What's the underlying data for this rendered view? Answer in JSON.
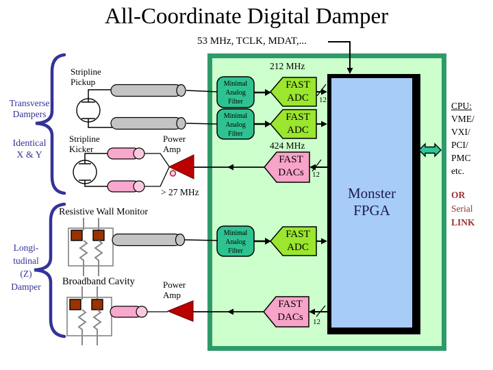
{
  "title": "All-Coordinate Digital Damper",
  "clock_label": "53 MHz, TCLK, MDAT,...",
  "groups": {
    "transverse": {
      "l1": "Transverse",
      "l2": "Dampers"
    },
    "identical": {
      "l1": "Identical",
      "l2": "X & Y"
    },
    "longitudinal": {
      "l1": "Longi-",
      "l2": "tudinal",
      "l3": "(Z)",
      "l4": "Damper"
    }
  },
  "components": {
    "stripline_pickup": {
      "l1": "Stripline",
      "l2": "Pickup"
    },
    "stripline_kicker": {
      "l1": "Stripline",
      "l2": "Kicker"
    },
    "power_amp": {
      "l1": "Power",
      "l2": "Amp"
    },
    "resistive_wall_monitor": "Resistive Wall Monitor",
    "broadband_cavity": "Broadband Cavity",
    "filter": {
      "l1": "Minimal",
      "l2": "Analog",
      "l3": "Filter"
    },
    "adc": {
      "l1": "FAST",
      "l2": "ADC"
    },
    "dac": {
      "l1": "FAST",
      "l2": "DACs"
    },
    "fpga": {
      "l1": "Monster",
      "l2": "FPGA"
    }
  },
  "frequencies": {
    "adc_clock": "212 MHz",
    "dac_clock": "424 MHz",
    "kicker_band": "> 27 MHz"
  },
  "bus_width": "12",
  "cpu": {
    "lines": [
      "CPU:",
      "VME/",
      "VXI/",
      "PCI/",
      "PMC",
      "etc."
    ]
  },
  "serial": {
    "lines": [
      "OR",
      "Serial",
      "LINK"
    ]
  },
  "colors": {
    "green_fill": "#CCFFCC",
    "green_border": "#2E9A6A",
    "fpga_fill": "#A8CCF8",
    "filter_fill": "#2FC291",
    "adc_fill": "#9BE62E",
    "dac_fill": "#F8A3C8",
    "amp_fill": "#BB0000",
    "cylinder_gray": "#C4C4C4",
    "kicker_pink": "#F7A8CC",
    "cap_pink": "#FBC9DE",
    "brown": "#993300",
    "label_blue": "#333399",
    "dark_red": "#993333",
    "arrow_teal": "#2EC795"
  }
}
